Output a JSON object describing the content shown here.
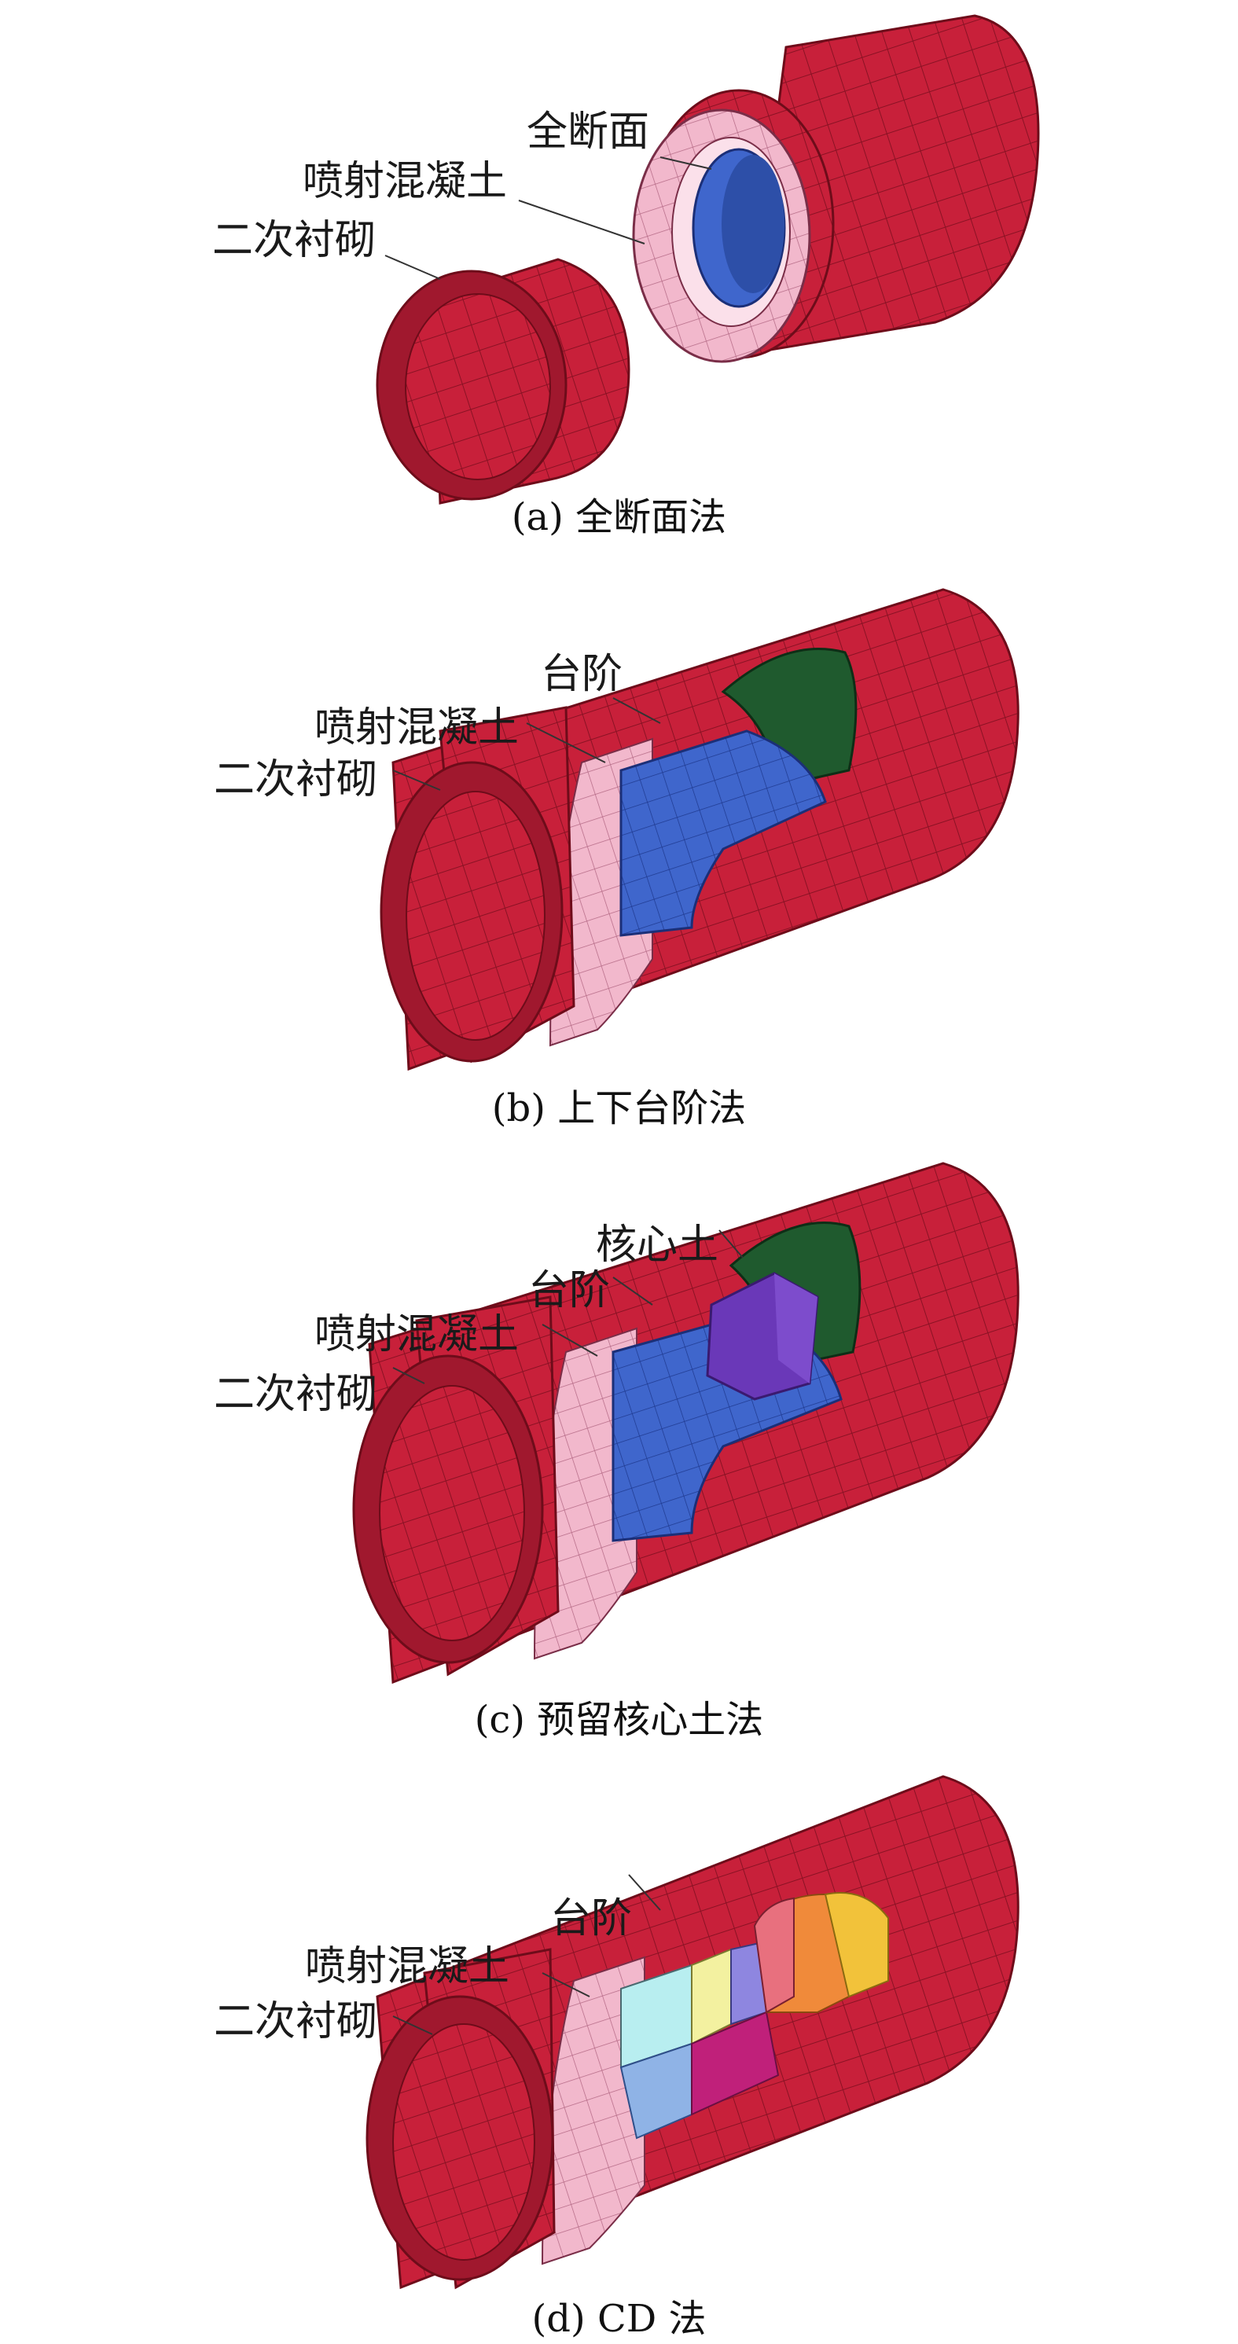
{
  "colors": {
    "lining_red": "#c8203a",
    "lining_red_light": "#e8506a",
    "lining_red_dark": "#7a0f1e",
    "shotcrete_pink": "#f2b8cc",
    "shotcrete_pink_light": "#fbe0ea",
    "bench_blue": "#3f66cc",
    "crown_green": "#1f5a2e",
    "core_purple": "#6a38b8",
    "cd_orange": "#f08a3a",
    "cd_yellow": "#f2c23a",
    "cd_pale_yellow": "#f3f1a0",
    "cd_cyan": "#b8eef0",
    "cd_lavender": "#8e86e0",
    "cd_magenta": "#c0207a"
  },
  "panels": [
    {
      "id": "a",
      "caption": "(a) 全断面法",
      "labels": {
        "face": "全断面",
        "shotcrete": "喷射混凝土",
        "lining": "二次衬砌"
      }
    },
    {
      "id": "b",
      "caption": "(b) 上下台阶法",
      "labels": {
        "bench": "台阶",
        "shotcrete": "喷射混凝土",
        "lining": "二次衬砌"
      }
    },
    {
      "id": "c",
      "caption": "(c) 预留核心土法",
      "labels": {
        "core": "核心土",
        "bench": "台阶",
        "shotcrete": "喷射混凝土",
        "lining": "二次衬砌"
      }
    },
    {
      "id": "d",
      "caption": "(d) CD 法",
      "labels": {
        "bench": "台阶",
        "shotcrete": "喷射混凝土",
        "lining": "二次衬砌"
      }
    }
  ]
}
